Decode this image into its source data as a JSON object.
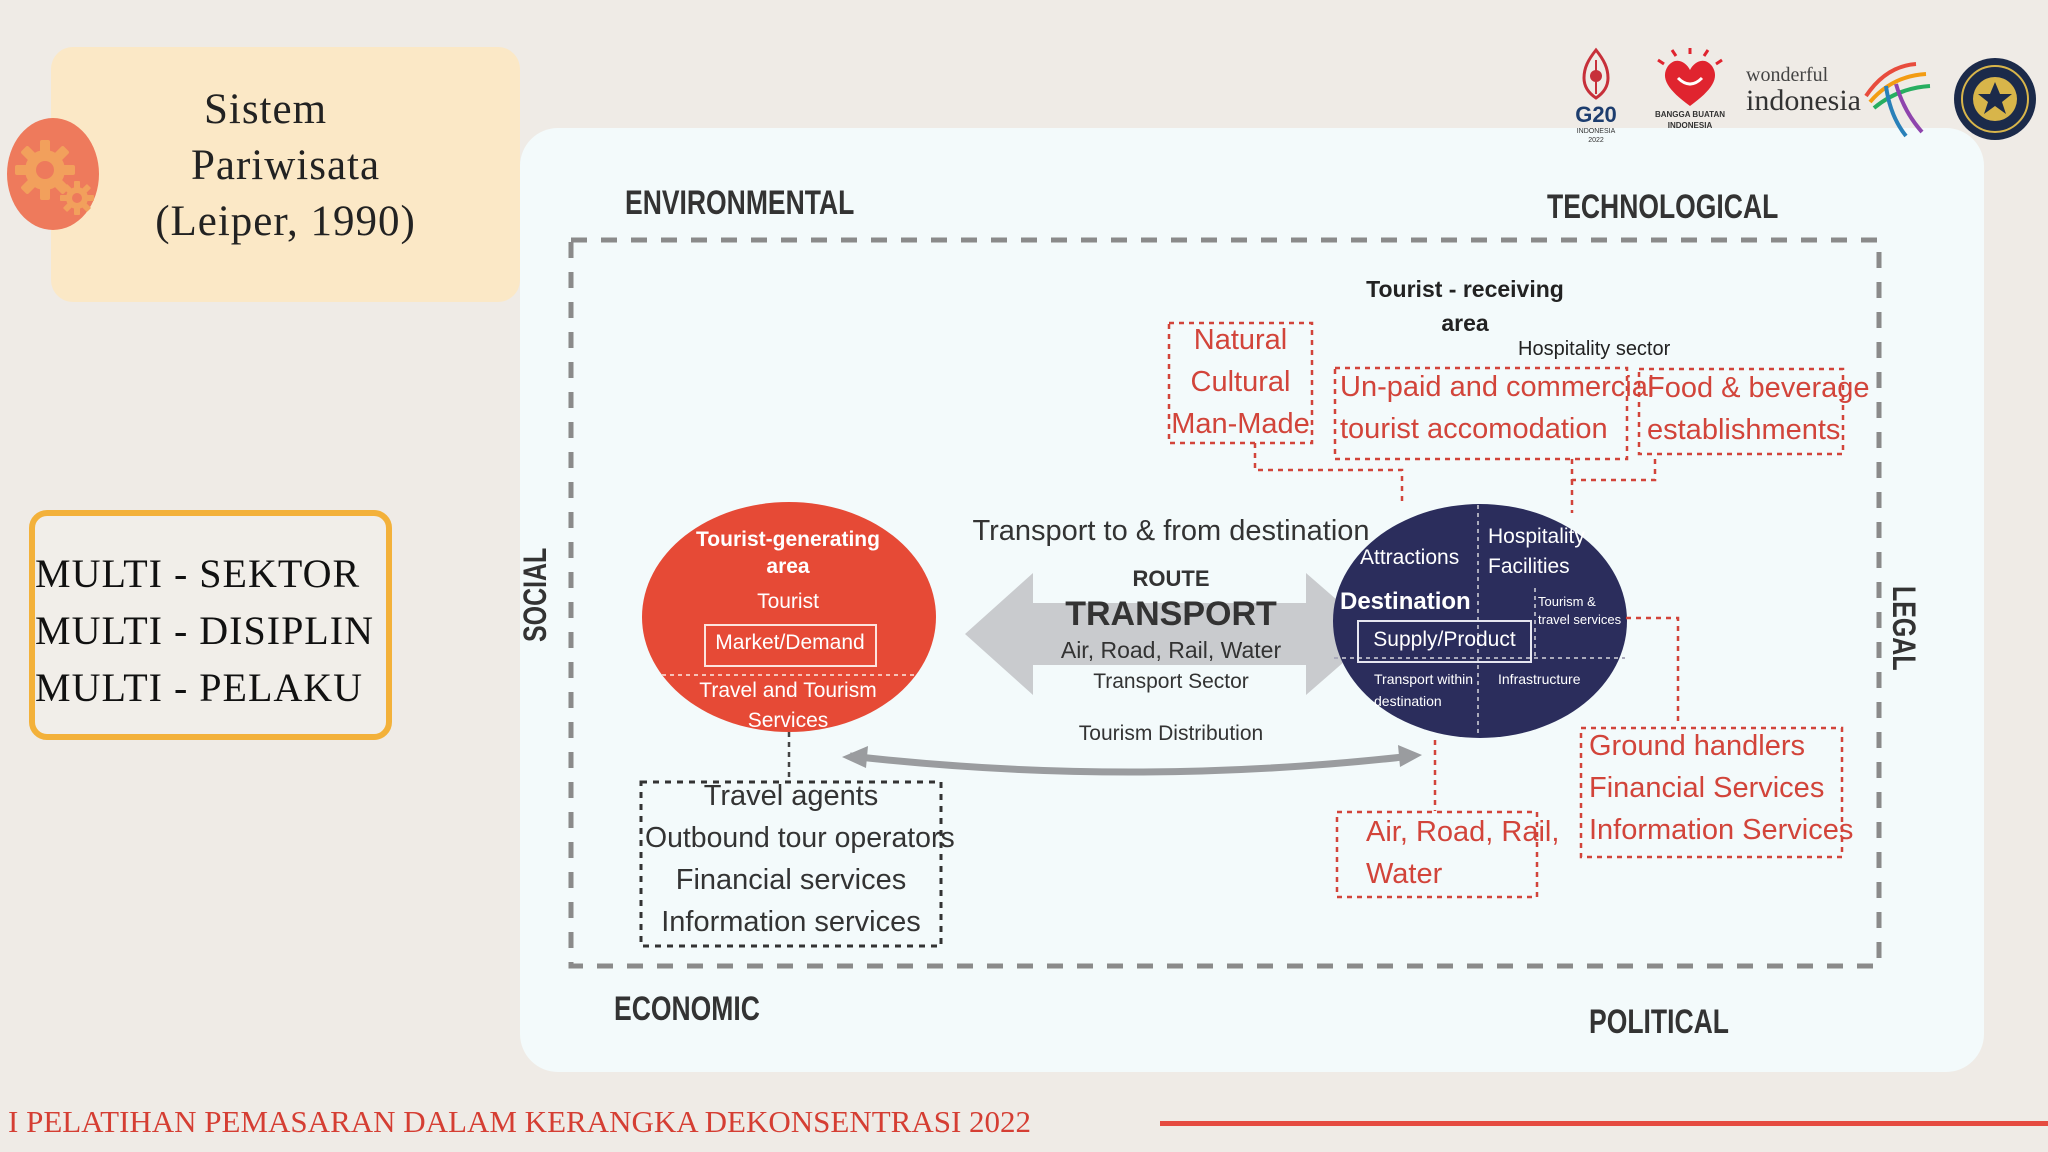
{
  "title": {
    "line1": "Sistem",
    "line2": "Pariwisata",
    "line3": "(Leiper, 1990)"
  },
  "multi": {
    "line1": "MULTI -  SEKTOR",
    "line2": "MULTI - DISIPLIN",
    "line3": "MULTI -  PELAKU"
  },
  "diagram": {
    "environment": {
      "environmental": "ENVIRONMENTAL",
      "technological": "TECHNOLOGICAL",
      "social": "SOCIAL",
      "legal": "LEGAL",
      "economic": "ECONOMIC",
      "political": "POLITICAL"
    },
    "generating": {
      "title1": "Tourist-generating",
      "title2": "area",
      "tourist": "Tourist",
      "market": "Market/Demand",
      "services1": "Travel and Tourism",
      "services2": "Services"
    },
    "agents": {
      "line1": "Travel agents",
      "line2": "Outbound tour operators",
      "line3": "Financial services",
      "line4": "Information services"
    },
    "route": {
      "transport_dest": "Transport to & from destination",
      "route": "ROUTE",
      "transport": "TRANSPORT",
      "modes": "Air, Road, Rail, Water",
      "sector": "Transport Sector",
      "distribution": "Tourism Distribution"
    },
    "receiving": {
      "title1": "Tourist - receiving",
      "title2": "area",
      "hospitality_sector": "Hospitality sector"
    },
    "natural_box": {
      "line1": "Natural",
      "line2": "Cultural",
      "line3": "Man-Made"
    },
    "accom_box": {
      "line1": "Un-paid and commercial",
      "line2": "tourist accomodation"
    },
    "food_box": {
      "line1": "Food & beverage",
      "line2": "establishments"
    },
    "destination": {
      "attractions": "Attractions",
      "hospitality1": "Hospitality",
      "hospitality2": "Facilities",
      "destination": "Destination",
      "tourism_travel1": "Tourism &",
      "tourism_travel2": "travel services",
      "supply": "Supply/Product",
      "transport_within1": "Transport within",
      "transport_within2": "destination",
      "infrastructure": "Infrastructure"
    },
    "modes_box": {
      "line1": "Air, Road, Rail,",
      "line2": "Water"
    },
    "ground_box": {
      "line1": "Ground handlers",
      "line2": "Financial Services",
      "line3": "Information Services"
    }
  },
  "logos": {
    "g20": "G20",
    "g20_sub1": "INDONESIA",
    "g20_sub2": "2022",
    "bangga": "BANGGA BUATAN",
    "bangga_sub": "INDONESIA",
    "wonderful": "wonderful",
    "indonesia": "indonesia"
  },
  "footer": {
    "text": "I PELATIHAN PEMASARAN DALAM KERANGKA DEKONSENTRASI 2022"
  },
  "colors": {
    "accent_red": "#e64a36",
    "navy": "#2b2d5c",
    "box_red_text": "#d2443a",
    "title_card": "#fbe8c6",
    "multi_border": "#f3b13a"
  }
}
